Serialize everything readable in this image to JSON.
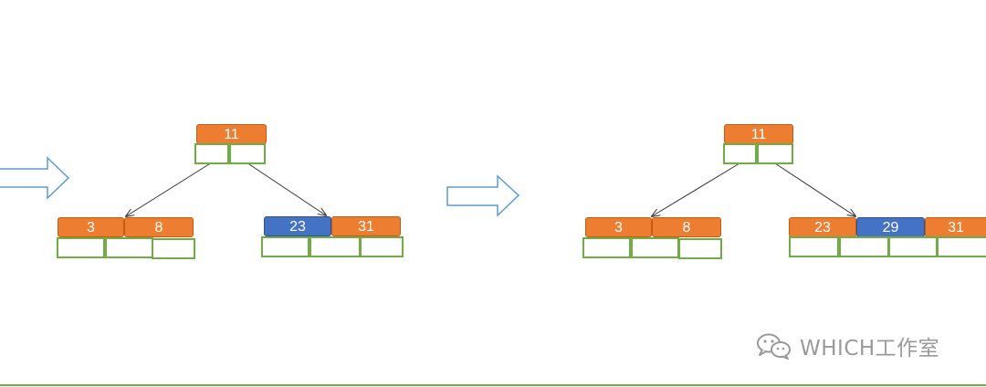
{
  "diagram": {
    "before": {
      "root": {
        "keys": [
          "11"
        ]
      },
      "left_leaf": {
        "keys": [
          "3",
          "8"
        ]
      },
      "right_leaf": {
        "keys": [
          "23",
          "31"
        ],
        "highlighted_key": "23"
      }
    },
    "after": {
      "root": {
        "keys": [
          "11"
        ]
      },
      "left_leaf": {
        "keys": [
          "3",
          "8"
        ]
      },
      "right_leaf": {
        "keys": [
          "23",
          "29",
          "31"
        ],
        "highlighted_key": "29"
      }
    }
  },
  "watermark": {
    "text": "WHICH工作室",
    "icon": "wechat-icon"
  },
  "colors": {
    "key": "#ED7D31",
    "highlight": "#4472C4",
    "slot": "#70AD47",
    "arrow": "#5B9BD5",
    "edge": "#333333"
  }
}
